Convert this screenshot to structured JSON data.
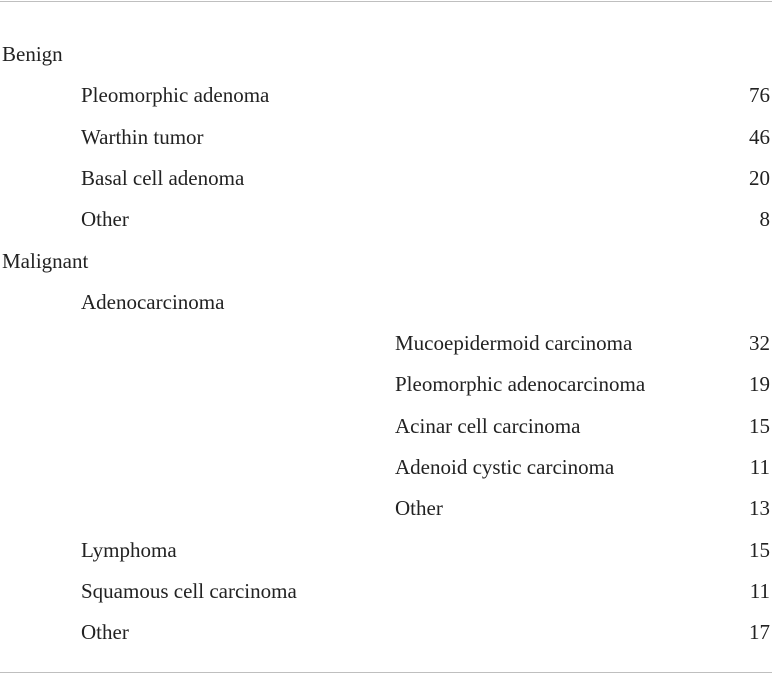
{
  "table": {
    "rows": [
      {
        "label": "Benign",
        "value": "",
        "level": 0
      },
      {
        "label": "Pleomorphic adenoma",
        "value": "76",
        "level": 1
      },
      {
        "label": "Warthin tumor",
        "value": "46",
        "level": 1
      },
      {
        "label": "Basal cell adenoma",
        "value": "20",
        "level": 1
      },
      {
        "label": "Other",
        "value": "8",
        "level": 1
      },
      {
        "label": "Malignant",
        "value": "",
        "level": 0
      },
      {
        "label": "Adenocarcinoma",
        "value": "",
        "level": 1
      },
      {
        "label": "Mucoepidermoid carcinoma",
        "value": "32",
        "level": 2
      },
      {
        "label": "Pleomorphic adenocarcinoma",
        "value": "19",
        "level": 2
      },
      {
        "label": "Acinar cell carcinoma",
        "value": "15",
        "level": 2
      },
      {
        "label": "Adenoid cystic carcinoma",
        "value": "11",
        "level": 2
      },
      {
        "label": "Other",
        "value": "13",
        "level": 2
      },
      {
        "label": "Lymphoma",
        "value": "15",
        "level": 1
      },
      {
        "label": "Squamous cell carcinoma",
        "value": "11",
        "level": 1
      },
      {
        "label": "Other",
        "value": "17",
        "level": 1
      }
    ]
  }
}
